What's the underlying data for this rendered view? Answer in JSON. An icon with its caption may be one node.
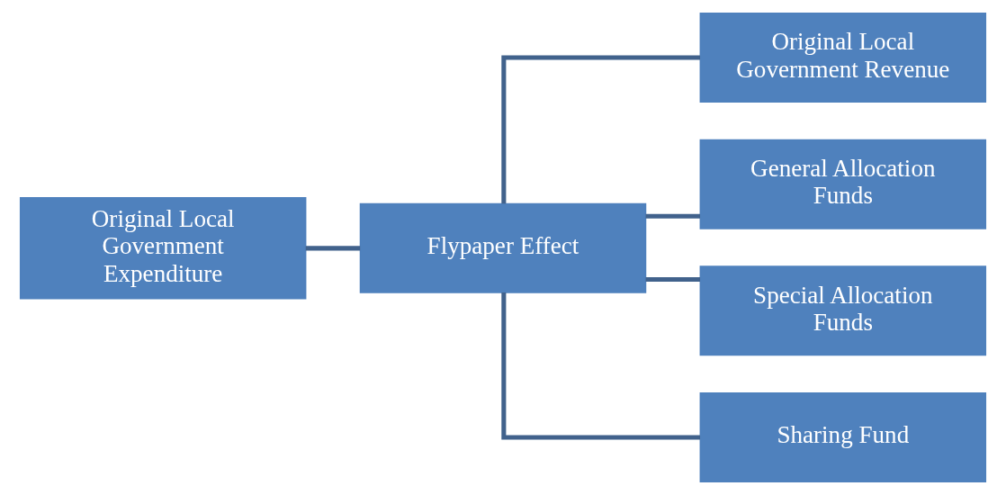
{
  "diagram": {
    "nodes": [
      {
        "text": [
          "Original Local Government Expenditure"
        ]
      },
      {
        "text": [
          "Flypaper Effect"
        ]
      },
      {
        "text": [
          "Original Local Government Revenue"
        ]
      },
      {
        "text": [
          "General Allocation Funds"
        ]
      },
      {
        "text": [
          "Special Allocation Funds"
        ]
      },
      {
        "text": [
          "Sharing Fund"
        ]
      }
    ],
    "edges": [
      {
        "from": 0,
        "to": 1,
        "arrow": "none"
      },
      {
        "from": 1,
        "to": 2,
        "arrow": "none"
      },
      {
        "from": 1,
        "to": 3,
        "arrow": "none"
      },
      {
        "from": 1,
        "to": 4,
        "arrow": "none"
      },
      {
        "from": 1,
        "to": 5,
        "arrow": "none"
      }
    ]
  }
}
